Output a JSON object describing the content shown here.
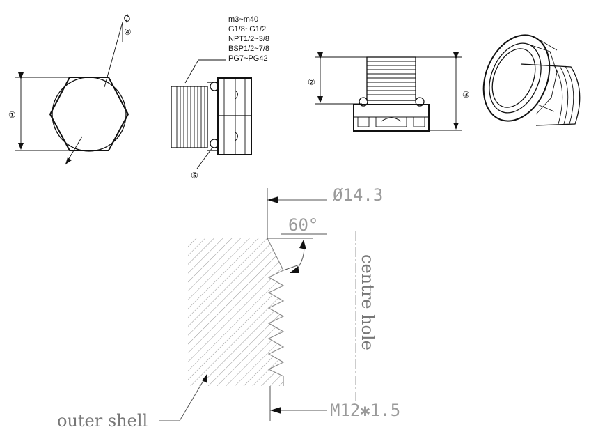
{
  "callouts": {
    "c1": "①",
    "c2": "②",
    "c3": "③",
    "c4": "④",
    "c5": "⑤",
    "diameter_symbol": "Ø"
  },
  "thread_specs": [
    "m3~m40",
    "G1/8~G1/2",
    "NPT1/2~3/8",
    "BSP1/2~7/8",
    "PG7~PG42"
  ],
  "section_detail": {
    "outer_diameter": "Ø14.3",
    "thread_angle": "60°",
    "centre_hole_label": "centre hole",
    "thread_size": "M12✱1.5",
    "outer_shell_label": "outer shell"
  },
  "colors": {
    "line": "#111111",
    "dimension_gray": "#9a9a9a",
    "hatch": "#9a9a9a"
  }
}
